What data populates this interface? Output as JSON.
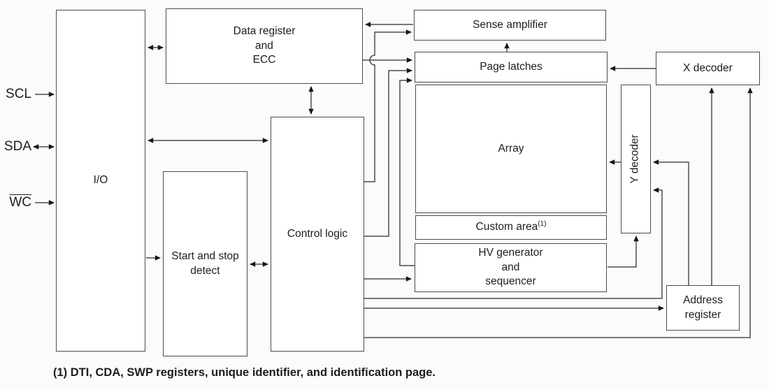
{
  "colors": {
    "background": "#fafbfc",
    "box_fill": "#ffffff",
    "box_border": "#4c4c4c",
    "line": "#4c4c4c",
    "arrow": "#161616",
    "text": "#1d1d1d"
  },
  "signals": {
    "scl": "SCL",
    "sda": "SDA",
    "wc": "WC"
  },
  "blocks": {
    "io": "I/O",
    "data_register": "Data register\nand\nECC",
    "sense_amplifier": "Sense amplifier",
    "page_latches": "Page latches",
    "array": "Array",
    "custom_area": "Custom area",
    "custom_area_note_ref": "(1)",
    "hv_generator": "HV generator\nand\nsequencer",
    "x_decoder": "X decoder",
    "y_decoder": "Y decoder",
    "control_logic": "Control logic",
    "start_stop_detect": "Start and stop\ndetect",
    "address_register": "Address\nregister"
  },
  "footnote": "(1) DTI, CDA, SWP registers, unique identifier, and identification page."
}
